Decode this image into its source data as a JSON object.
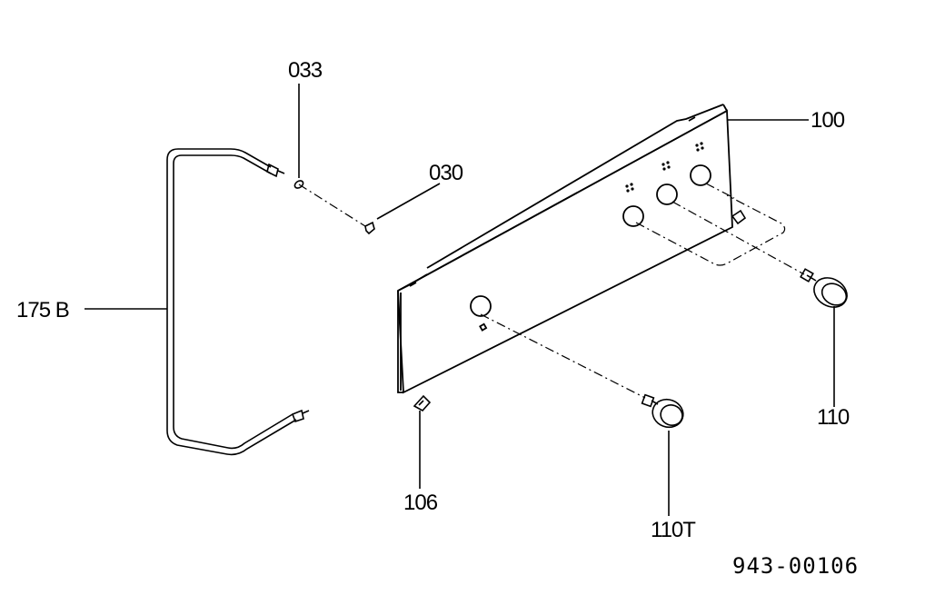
{
  "diagram": {
    "diagram_code": "943-00106",
    "callouts": [
      {
        "id": "033",
        "label": "033"
      },
      {
        "id": "030",
        "label": "030"
      },
      {
        "id": "100",
        "label": "100"
      },
      {
        "id": "175b",
        "label": "175 B"
      },
      {
        "id": "110",
        "label": "110"
      },
      {
        "id": "106",
        "label": "106"
      },
      {
        "id": "110t",
        "label": "110T"
      }
    ]
  },
  "colors": {
    "line": "#000000",
    "background": "#ffffff"
  }
}
